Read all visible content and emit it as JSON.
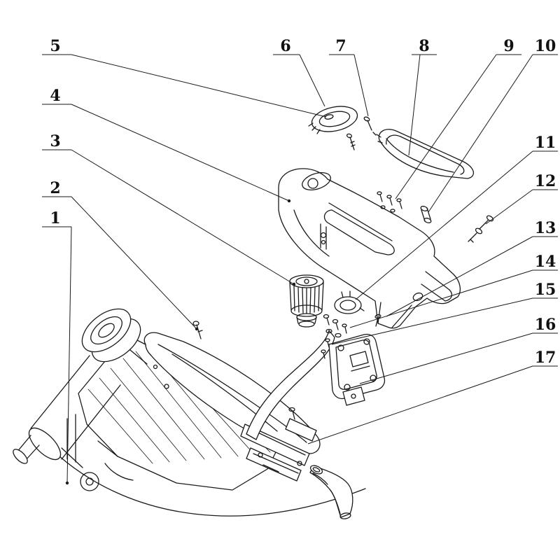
{
  "figure": {
    "type": "exploded-parts-diagram",
    "background_color": "#ffffff",
    "line_color": "#1a1a1a",
    "callouts": [
      {
        "label": "1"
      },
      {
        "label": "2"
      },
      {
        "label": "3"
      },
      {
        "label": "4"
      },
      {
        "label": "5"
      },
      {
        "label": "6"
      },
      {
        "label": "7"
      },
      {
        "label": "8"
      },
      {
        "label": "9"
      },
      {
        "label": "10"
      },
      {
        "label": "11"
      },
      {
        "label": "12"
      },
      {
        "label": "13"
      },
      {
        "label": "14"
      },
      {
        "label": "15"
      },
      {
        "label": "16"
      },
      {
        "label": "17"
      }
    ]
  }
}
